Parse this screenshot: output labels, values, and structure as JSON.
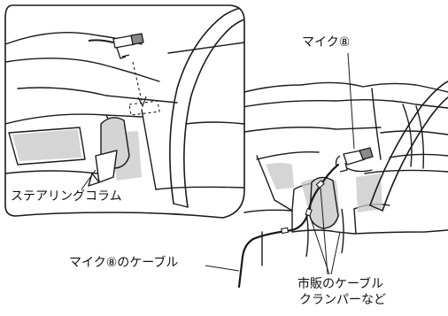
{
  "labels": {
    "mic": "マイク⑧",
    "steering_column": "ステアリングコラム",
    "mic_cable": "マイク⑧のケーブル",
    "clamper_line1": "市販のケーブル",
    "clamper_line2": "クランパーなど"
  },
  "colors": {
    "line": "#1a1a1a",
    "shade": "#c8c8c8",
    "detail_shade": "#d4d4d4",
    "background": "#ffffff"
  }
}
